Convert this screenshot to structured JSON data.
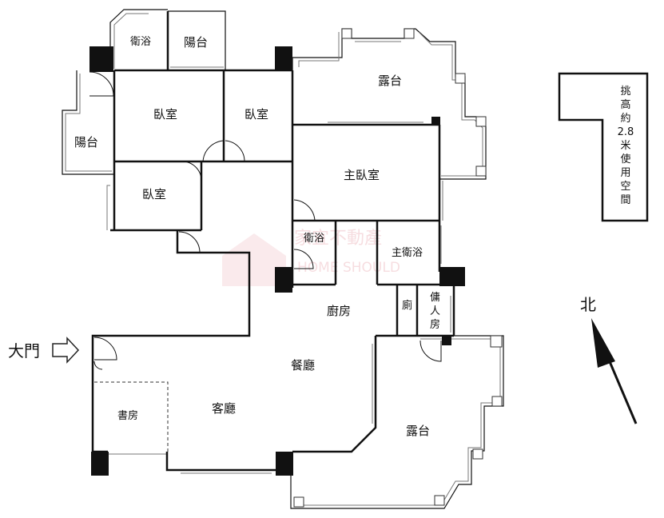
{
  "rooms": {
    "bath_top": "衛浴",
    "balcony_top": "陽台",
    "terrace_top": "露台",
    "bedroom_1": "臥室",
    "bedroom_2": "臥室",
    "balcony_left": "陽台",
    "master_bedroom": "主臥室",
    "bedroom_3": "臥室",
    "bath_mid": "衛浴",
    "master_bath": "主衛浴",
    "kitchen": "廚房",
    "wc": "廁",
    "maid_room_1": "傭",
    "maid_room_2": "人",
    "maid_room_3": "房",
    "dining": "餐廳",
    "living": "客廳",
    "study": "書房",
    "terrace_bottom": "露台"
  },
  "entrance": "大門",
  "north": "北",
  "loft_note": [
    "挑",
    "高",
    "約",
    "2.8",
    "米",
    "使",
    "用",
    "空",
    "間"
  ],
  "watermark": {
    "text_cn": "家宜不動產",
    "text_en": "HOME SHOULD"
  }
}
